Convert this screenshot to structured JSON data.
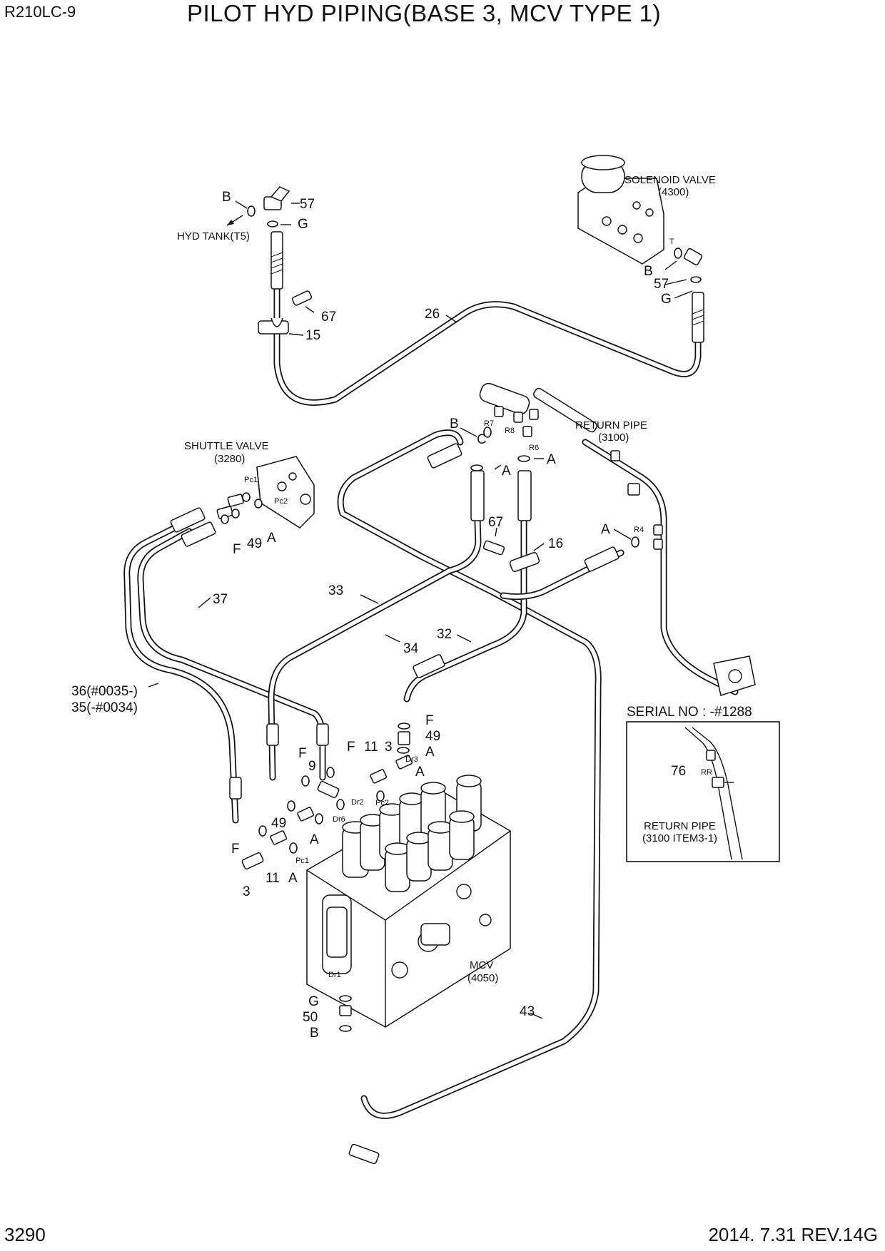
{
  "header": {
    "model": "R210LC-9",
    "title": "PILOT HYD PIPING(BASE 3, MCV TYPE 1)"
  },
  "footer": {
    "page": "3290",
    "revision": "2014. 7.31  REV.14G"
  },
  "components": {
    "solenoid_valve": {
      "name": "SOLENOID VALVE",
      "ref": "(4300)",
      "port": "T"
    },
    "hyd_tank": {
      "name": "HYD TANK(T5)"
    },
    "shuttle_valve": {
      "name": "SHUTTLE VALVE",
      "ref": "(3280)",
      "port_1": "Pc1",
      "port_2": "Pc2"
    },
    "return_pipe": {
      "name": "RETURN PIPE",
      "ref": "(3100)",
      "ports": [
        "R7",
        "R8",
        "R6",
        "R4"
      ]
    },
    "mcv": {
      "name": "MCV",
      "ref": "(4050)",
      "ports": [
        "Dr3",
        "Dr2",
        "Pc2",
        "Dr6",
        "Pc1",
        "Dr1"
      ]
    }
  },
  "callouts": {
    "tank_top": [
      "B",
      "57",
      "G",
      "67",
      "15"
    ],
    "solenoid_side": [
      "B",
      "57",
      "G"
    ],
    "pipes": [
      "26",
      "37",
      "33",
      "34",
      "32",
      "36(#0035-)",
      "35(-#0034)",
      "43"
    ],
    "return_side": [
      "B",
      "C",
      "A",
      "A",
      "67",
      "16",
      "A"
    ],
    "shuttle_side": [
      "F",
      "49",
      "A"
    ],
    "mcv_side": [
      "F",
      "49",
      "A",
      "F",
      "11",
      "3",
      "A",
      "F",
      "9",
      "49",
      "A",
      "F",
      "11",
      "A",
      "3",
      "G",
      "50",
      "B"
    ]
  },
  "inset": {
    "title": "SERIAL NO : -#1288",
    "callout": "76",
    "port": "RR",
    "name": "RETURN PIPE",
    "ref": "(3100 ITEM3-1)"
  }
}
